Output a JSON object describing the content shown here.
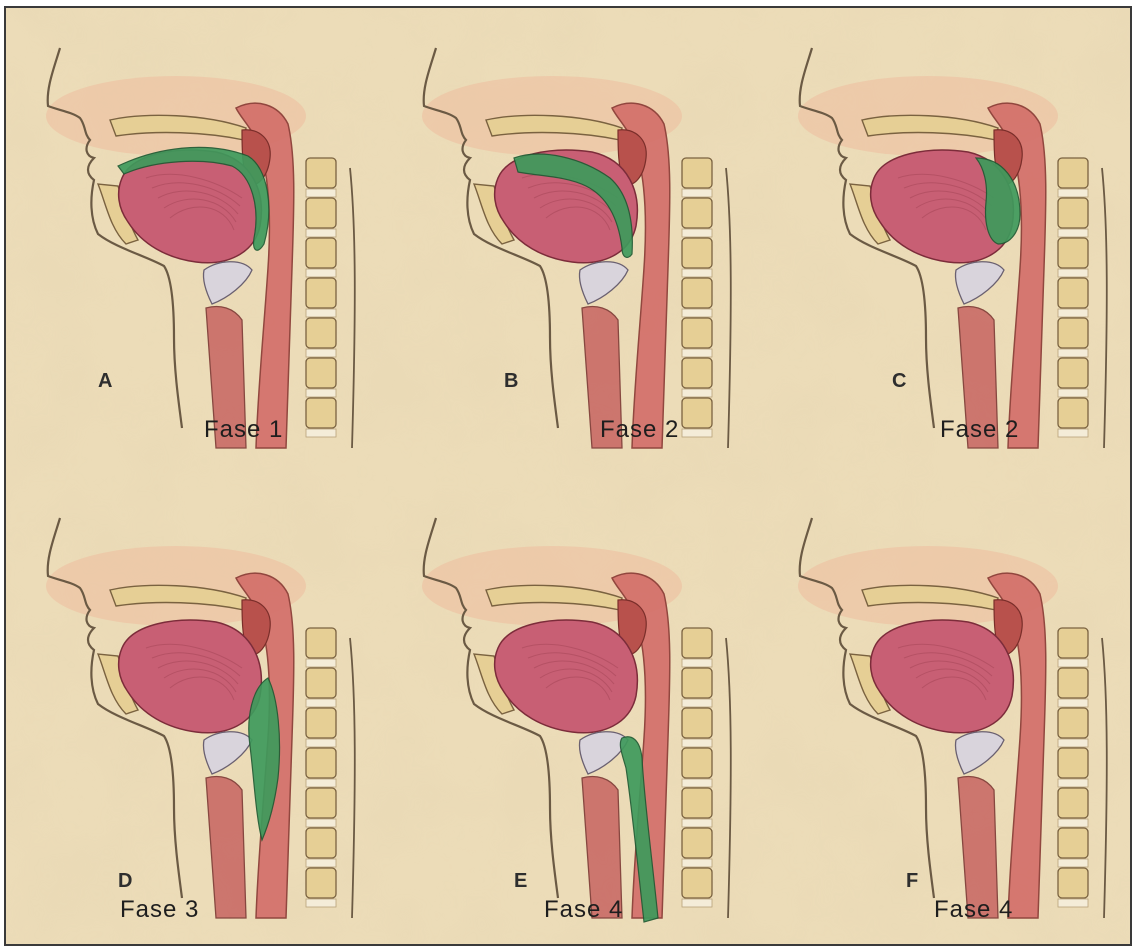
{
  "panels": [
    {
      "letter": "A",
      "phase": "Fase 1"
    },
    {
      "letter": "B",
      "phase": "Fase 2"
    },
    {
      "letter": "C",
      "phase": "Fase 2"
    },
    {
      "letter": "D",
      "phase": "Fase 3"
    },
    {
      "letter": "E",
      "phase": "Fase 4"
    },
    {
      "letter": "F",
      "phase": "Fase 4"
    }
  ],
  "colors": {
    "background": "#ead9b4",
    "tissue": "#d46f6a",
    "tongue": "#c85f74",
    "bolus": "#3f9a5c",
    "bone": "#e6cf95"
  }
}
